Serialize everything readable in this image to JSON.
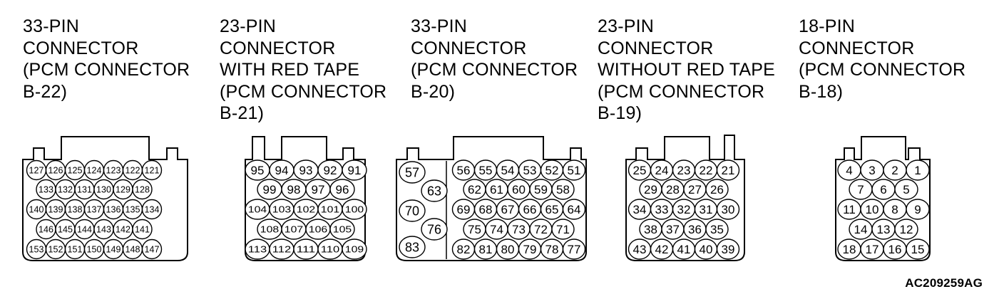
{
  "connectors": [
    {
      "caption": [
        "33-PIN",
        "CONNECTOR",
        "(PCM CONNECTOR",
        "B-22)"
      ],
      "pin_rows": [
        [
          "127",
          "126",
          "125",
          "124",
          "123",
          "122",
          "121"
        ],
        [
          "133",
          "132",
          "131",
          "130",
          "129",
          "128"
        ],
        [
          "140",
          "139",
          "138",
          "137",
          "136",
          "135",
          "134"
        ],
        [
          "146",
          "145",
          "144",
          "143",
          "142",
          "141"
        ],
        [
          "153",
          "152",
          "151",
          "150",
          "149",
          "148",
          "147"
        ]
      ]
    },
    {
      "caption": [
        "23-PIN",
        "CONNECTOR",
        "WITH RED TAPE",
        "(PCM CONNECTOR",
        "B-21)"
      ],
      "pin_rows": [
        [
          "95",
          "94",
          "93",
          "92",
          "91"
        ],
        [
          "99",
          "98",
          "97",
          "96"
        ],
        [
          "104",
          "103",
          "102",
          "101",
          "100"
        ],
        [
          "108",
          "107",
          "106",
          "105"
        ],
        [
          "113",
          "112",
          "111",
          "110",
          "109"
        ]
      ]
    },
    {
      "caption": [
        "33-PIN",
        "CONNECTOR",
        "(PCM CONNECTOR",
        "B-20)"
      ],
      "pin_rows": [
        [
          "56",
          "55",
          "54",
          "53",
          "52",
          "51"
        ],
        [
          "62",
          "61",
          "60",
          "59",
          "58"
        ],
        [
          "69",
          "68",
          "67",
          "66",
          "65",
          "64"
        ],
        [
          "75",
          "74",
          "73",
          "72",
          "71"
        ],
        [
          "82",
          "81",
          "80",
          "79",
          "78",
          "77"
        ]
      ],
      "side_pins": [
        "57",
        "63",
        "70",
        "76",
        "83"
      ]
    },
    {
      "caption": [
        "23-PIN",
        "CONNECTOR",
        "WITHOUT RED TAPE",
        "(PCM CONNECTOR",
        "B-19)"
      ],
      "pin_rows": [
        [
          "25",
          "24",
          "23",
          "22",
          "21"
        ],
        [
          "29",
          "28",
          "27",
          "26"
        ],
        [
          "34",
          "33",
          "32",
          "31",
          "30"
        ],
        [
          "38",
          "37",
          "36",
          "35"
        ],
        [
          "43",
          "42",
          "41",
          "40",
          "39"
        ]
      ]
    },
    {
      "caption": [
        "18-PIN",
        "CONNECTOR",
        "(PCM CONNECTOR",
        "B-18)"
      ],
      "pin_rows": [
        [
          "4",
          "3",
          "2",
          "1"
        ],
        [
          "7",
          "6",
          "5"
        ],
        [
          "11",
          "10",
          "8",
          "9"
        ],
        [
          "14",
          "13",
          "12"
        ],
        [
          "18",
          "17",
          "16",
          "15"
        ]
      ]
    }
  ],
  "reference_code": "AC209259AG"
}
